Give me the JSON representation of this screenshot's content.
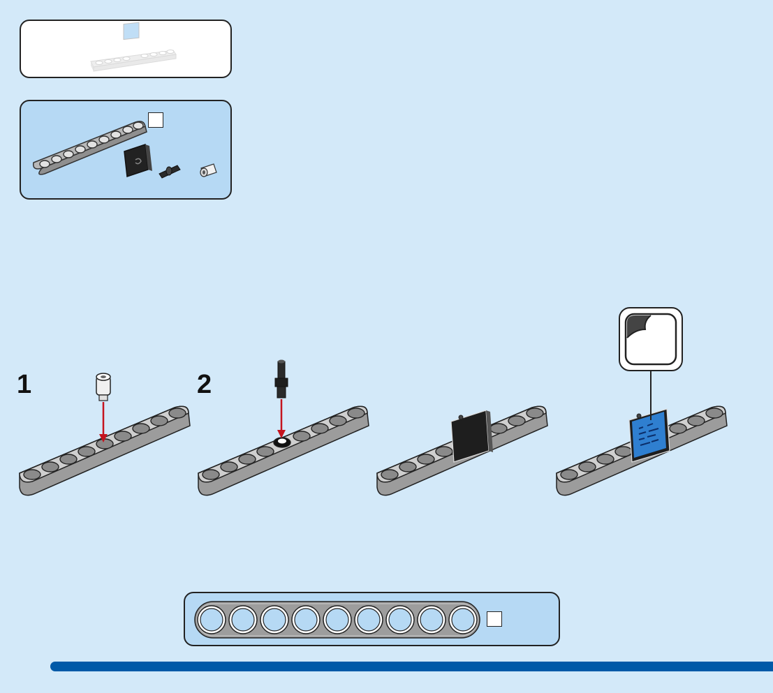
{
  "parts_list": {
    "beam_qty": "",
    "items": [
      "liftarm-9",
      "tile-2x2",
      "axle-pin",
      "bush-pin"
    ]
  },
  "steps": [
    {
      "number": "1"
    },
    {
      "number": "2"
    },
    {
      "number": ""
    },
    {
      "number": ""
    }
  ],
  "ruler": {
    "hole_count": 9,
    "qty": ""
  },
  "colors": {
    "background": "#d3e9f9",
    "panel_blue": "#b6d9f4",
    "beam_grey": "#a6a6a6",
    "arrow_red": "#c4141f",
    "sticker_blue": "#2f7fd0",
    "bottom_bar": "#005aa8"
  },
  "icons": [
    "sticker-icon",
    "insert-arrow-icon"
  ]
}
